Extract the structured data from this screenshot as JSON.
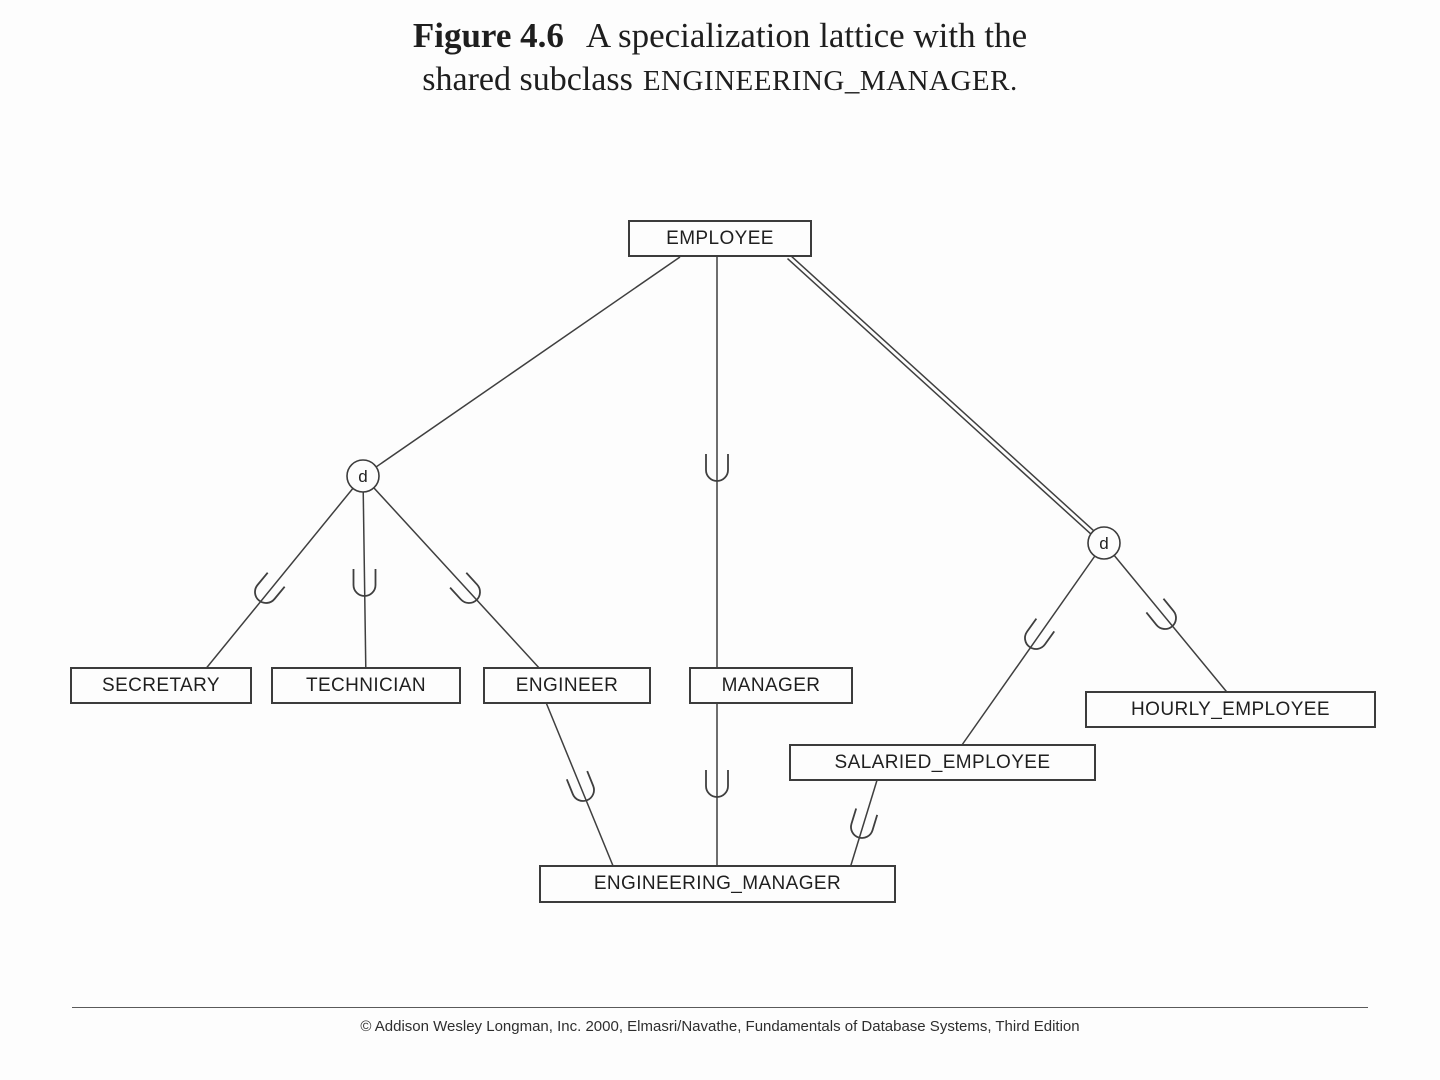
{
  "title": {
    "figure_label": "Figure 4.6",
    "line1_rest": "A specialization lattice with the",
    "line2_prefix": "shared subclass",
    "line2_entity": "ENGINEERING_MANAGER."
  },
  "diagram": {
    "entities": {
      "employee": "EMPLOYEE",
      "secretary": "SECRETARY",
      "technician": "TECHNICIAN",
      "engineer": "ENGINEER",
      "manager": "MANAGER",
      "salaried_employee": "SALARIED_EMPLOYEE",
      "hourly_employee": "HOURLY_EMPLOYEE",
      "engineering_manager": "ENGINEERING_MANAGER"
    },
    "disjoint_symbols": {
      "left": "d",
      "right": "d"
    }
  },
  "footer": {
    "copyright": "© Addison Wesley Longman, Inc. 2000, Elmasri/Navathe, Fundamentals of Database Systems, Third Edition"
  }
}
